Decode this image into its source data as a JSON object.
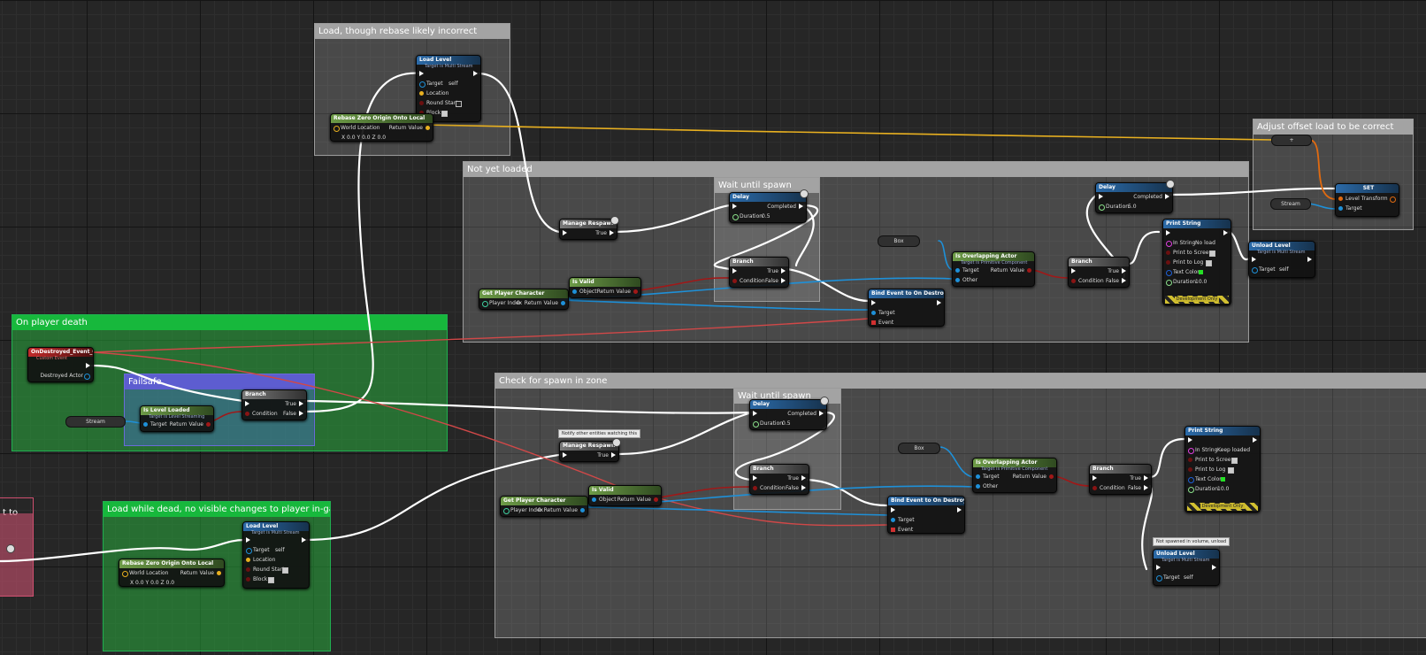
{
  "comments": {
    "load_rebase": "Load, though rebase likely incorrect",
    "not_yet_loaded": "Not yet loaded",
    "wait_spawn_1": "Wait until spawn",
    "adjust_offset": "Adjust offset load to be correct",
    "on_player_death": "On player death",
    "failsafe": "Failsafe",
    "check_spawn": "Check for spawn in zone",
    "wait_spawn_2": "Wait until spawn",
    "load_while_dead": "Load while dead, no visible changes to player in-game",
    "edge_left": "t to"
  },
  "nodes": {
    "load_level_1": {
      "title": "Load Level",
      "subtitle": "Target is Multi Stream",
      "target": "Target",
      "target_val": "self",
      "location": "Location",
      "round_start": "Round Start",
      "block": "Block"
    },
    "rebase_1": {
      "title": "Rebase Zero Origin Onto Local",
      "world_location": "World Location",
      "return_value": "Return Value",
      "x": "0.0",
      "y": "0.0",
      "z": "0.0"
    },
    "manage_respawn_1": {
      "title": "Manage Respawn",
      "true_label": "True"
    },
    "delay_1": {
      "title": "Delay",
      "completed": "Completed",
      "duration": "Duration",
      "duration_val": "0.5"
    },
    "branch_1": {
      "title": "Branch",
      "true_label": "True",
      "false_label": "False",
      "condition": "Condition"
    },
    "get_player_1": {
      "title": "Get Player Character",
      "player_index": "Player Index",
      "player_index_val": "0",
      "return_value": "Return Value"
    },
    "is_valid_1": {
      "title": "Is Valid",
      "object": "Object",
      "return_value": "Return Value"
    },
    "box_1": "Box",
    "is_overlapping_1": {
      "title": "Is Overlapping Actor",
      "subtitle": "Target is Primitive Component",
      "target": "Target",
      "other": "Other",
      "return_value": "Return Value"
    },
    "bind_event_1": {
      "title": "Bind Event to On Destroyed",
      "target": "Target",
      "event": "Event"
    },
    "branch_2": {
      "title": "Branch",
      "true_label": "True",
      "false_label": "False",
      "condition": "Condition"
    },
    "delay_2": {
      "title": "Delay",
      "completed": "Completed",
      "duration": "Duration",
      "duration_val": "5.0"
    },
    "print_string_1": {
      "title": "Print String",
      "in_string": "In String",
      "in_string_val": "No load",
      "print_to_screen": "Print to Screen",
      "print_to_log": "Print to Log",
      "text_color": "Text Color",
      "duration": "Duration",
      "duration_val": "10.0",
      "dev_only": "Development Only"
    },
    "unload_level_1": {
      "title": "Unload Level",
      "subtitle": "Target is Multi Stream",
      "target": "Target",
      "target_val": "self"
    },
    "plus_node": "+",
    "set_node": {
      "title": "SET",
      "level_transform": "Level Transform",
      "target": "Target"
    },
    "stream_1": "Stream",
    "on_destroyed": {
      "title": "OnDestroyed_Event_0",
      "subtitle": "Custom Event",
      "destroyed_actor": "Destroyed Actor"
    },
    "branch_failsafe": {
      "title": "Branch",
      "true_label": "True",
      "false_label": "False",
      "condition": "Condition"
    },
    "is_level_loaded": {
      "title": "Is Level Loaded",
      "subtitle": "Target is Level Streaming",
      "target": "Target",
      "return_value": "Return Value"
    },
    "stream_2": "Stream",
    "tooltip_notify": "Notify other entities watching this",
    "manage_respawn_2": {
      "title": "Manage Respawn",
      "true_label": "True"
    },
    "delay_3": {
      "title": "Delay",
      "completed": "Completed",
      "duration": "Duration",
      "duration_val": "0.5"
    },
    "branch_3": {
      "title": "Branch",
      "true_label": "True",
      "false_label": "False",
      "condition": "Condition"
    },
    "get_player_2": {
      "title": "Get Player Character",
      "player_index": "Player Index",
      "player_index_val": "0",
      "return_value": "Return Value"
    },
    "is_valid_2": {
      "title": "Is Valid",
      "object": "Object",
      "return_value": "Return Value"
    },
    "box_2": "Box",
    "is_overlapping_2": {
      "title": "Is Overlapping Actor",
      "subtitle": "Target is Primitive Component",
      "target": "Target",
      "other": "Other",
      "return_value": "Return Value"
    },
    "bind_event_2": {
      "title": "Bind Event to On Destroyed",
      "target": "Target",
      "event": "Event"
    },
    "branch_4": {
      "title": "Branch",
      "true_label": "True",
      "false_label": "False",
      "condition": "Condition"
    },
    "print_string_2": {
      "title": "Print String",
      "in_string": "In String",
      "in_string_val": "Keep loaded",
      "print_to_screen": "Print to Screen",
      "print_to_log": "Print to Log",
      "text_color": "Text Color",
      "duration": "Duration",
      "duration_val": "10.0",
      "dev_only": "Development Only"
    },
    "tooltip_not_spawned": "Not spawned in volume, unload",
    "unload_level_2": {
      "title": "Unload Level",
      "subtitle": "Target is Multi Stream",
      "target": "Target",
      "target_val": "self"
    },
    "load_level_2": {
      "title": "Load Level",
      "subtitle": "Target is Multi Stream",
      "target": "Target",
      "target_val": "self",
      "location": "Location",
      "round_start": "Round Start",
      "block": "Block"
    },
    "rebase_2": {
      "title": "Rebase Zero Origin Onto Local",
      "world_location": "World Location",
      "return_value": "Return Value",
      "x": "0.0",
      "y": "0.0",
      "z": "0.0"
    }
  },
  "colors": {
    "exec_wire": "#ffffff",
    "bool_wire": "#a01818",
    "object_wire": "#1e90d8",
    "vector_wire": "#e8b020",
    "transform_wire": "#e06a10"
  }
}
